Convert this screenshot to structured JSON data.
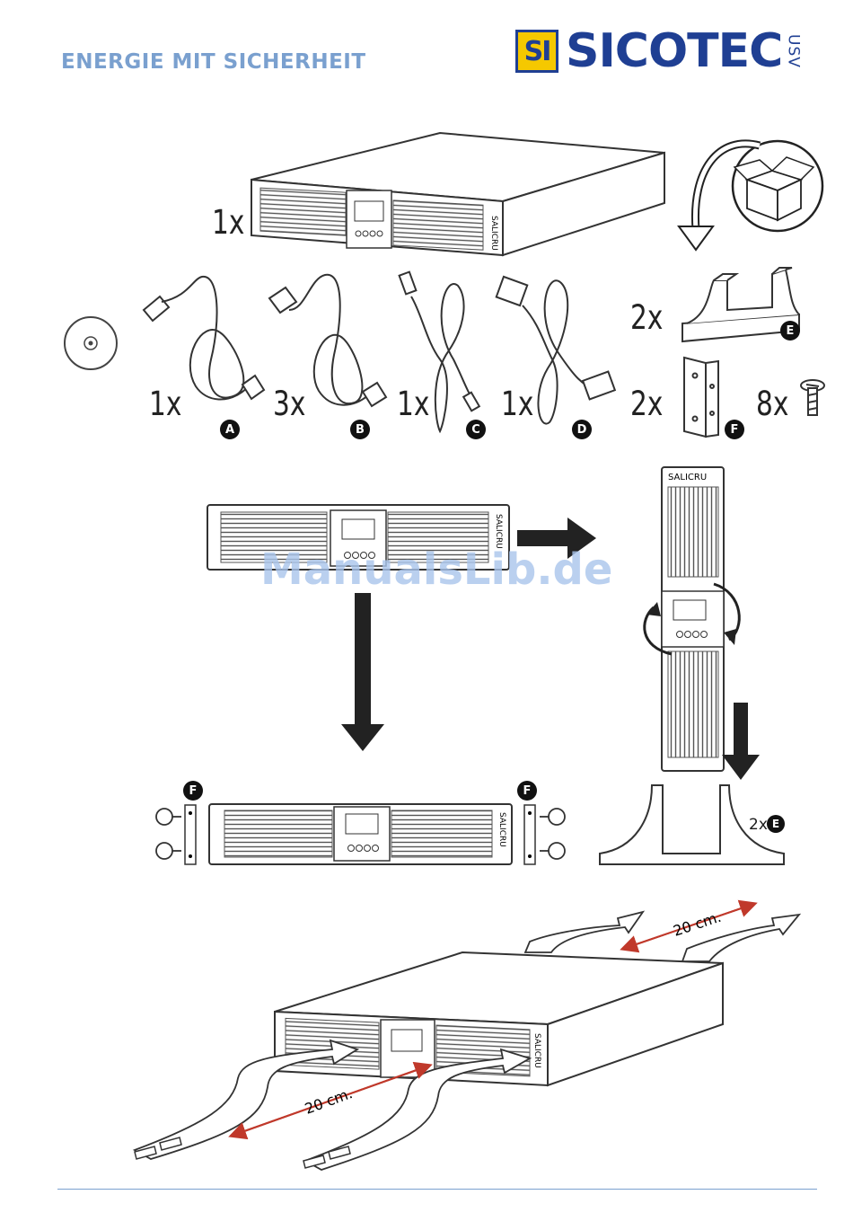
{
  "header": {
    "tagline": "ENERGIE MIT SICHERHEIT",
    "logo_mark": "SI",
    "brand": "SICOTEC",
    "brand_suffix": "USV",
    "brand_color": "#1f3f93",
    "logo_box_color": "#f5c800",
    "tagline_color": "#7aa0cf"
  },
  "contents": {
    "ups": {
      "qty": "1x",
      "brand": "SALICRU"
    },
    "cables": [
      {
        "qty": "1x",
        "letter": "A",
        "icon": "schuko-power-cable-icon"
      },
      {
        "qty": "3x",
        "letter": "B",
        "icon": "iec-power-cable-icon"
      },
      {
        "qty": "1x",
        "letter": "C",
        "icon": "usb-cable-icon"
      },
      {
        "qty": "1x",
        "letter": "D",
        "icon": "serial-cable-icon"
      }
    ],
    "feet": {
      "qty": "2x",
      "letter": "E",
      "icon": "tower-foot-icon"
    },
    "brackets": {
      "qty": "2x",
      "letter": "F",
      "icon": "rack-bracket-icon"
    },
    "screws": {
      "qty": "8x",
      "icon": "screw-icon"
    }
  },
  "install": {
    "rack_left_letter": "F",
    "rack_right_letter": "F",
    "tower_feet_qty": "2x",
    "tower_feet_letter": "E",
    "ups_brand": "SALICRU"
  },
  "ventilation": {
    "rear_clearance": "20 cm.",
    "front_clearance": "20 cm.",
    "arrow_color": "#c0392b"
  },
  "watermark": "ManualsLib.de"
}
